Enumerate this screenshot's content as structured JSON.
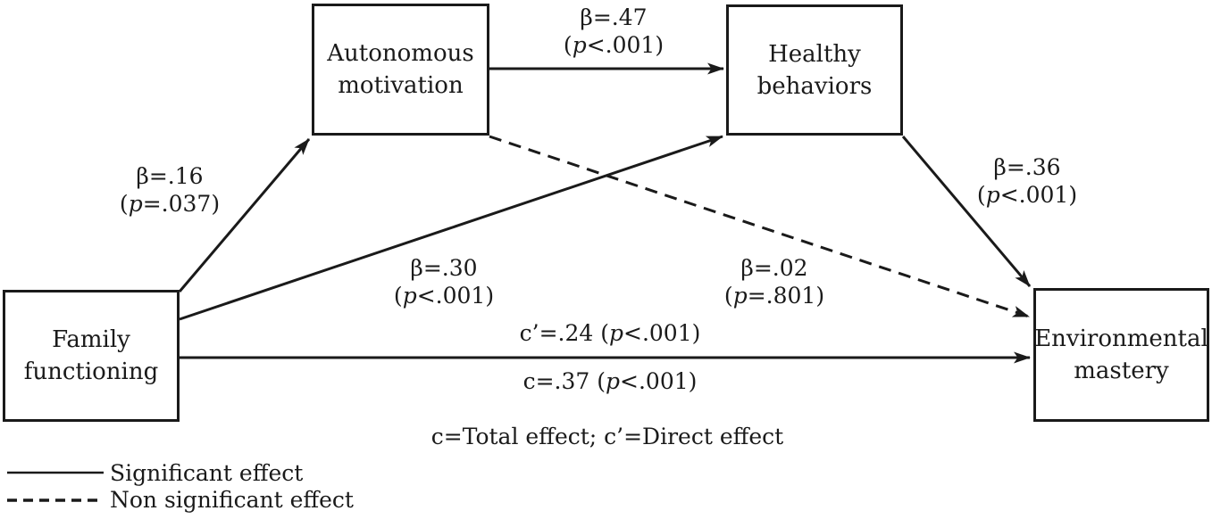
{
  "nodes": {
    "autonomous_motivation": {
      "line1": "Autonomous",
      "line2": "motivation"
    },
    "healthy_behaviors": {
      "line1": "Healthy",
      "line2": "behaviors"
    },
    "family_functioning": {
      "line1": "Family",
      "line2": "functioning"
    },
    "environmental_mastery": {
      "line1": "Environmental",
      "line2": "mastery"
    }
  },
  "edges": {
    "family_to_autonomous": {
      "beta": "β=.16",
      "p_open": "(",
      "p_var": "p",
      "p_rest": "=.037)",
      "style": "solid",
      "significance": "significant"
    },
    "autonomous_to_healthy": {
      "beta": "β=.47",
      "p_open": "(",
      "p_var": "p",
      "p_rest": "<.001)",
      "style": "solid",
      "significance": "significant"
    },
    "family_to_healthy": {
      "beta": "β=.30",
      "p_open": "(",
      "p_var": "p",
      "p_rest": "<.001)",
      "style": "solid",
      "significance": "significant"
    },
    "autonomous_to_mastery": {
      "beta": "β=.02",
      "p_open": "(",
      "p_var": "p",
      "p_rest": "=.801)",
      "style": "dashed",
      "significance": "non-significant"
    },
    "healthy_to_mastery": {
      "beta": "β=.36",
      "p_open": "(",
      "p_var": "p",
      "p_rest": "<.001)",
      "style": "solid",
      "significance": "significant"
    },
    "family_to_mastery_direct": {
      "pre": "c’=.24 (",
      "p_var": "p",
      "post": "<.001)",
      "style": "solid"
    },
    "family_to_mastery_total": {
      "pre": "c=.37 (",
      "p_var": "p",
      "post": "<.001)"
    }
  },
  "note": "c=Total effect; c’=Direct effect",
  "legend": {
    "significant_label": "Significant effect",
    "non_significant_label": "Non significant effect"
  },
  "colors": {
    "line": "#1a1a1a",
    "text": "#1a1a1a",
    "background": "#ffffff"
  }
}
